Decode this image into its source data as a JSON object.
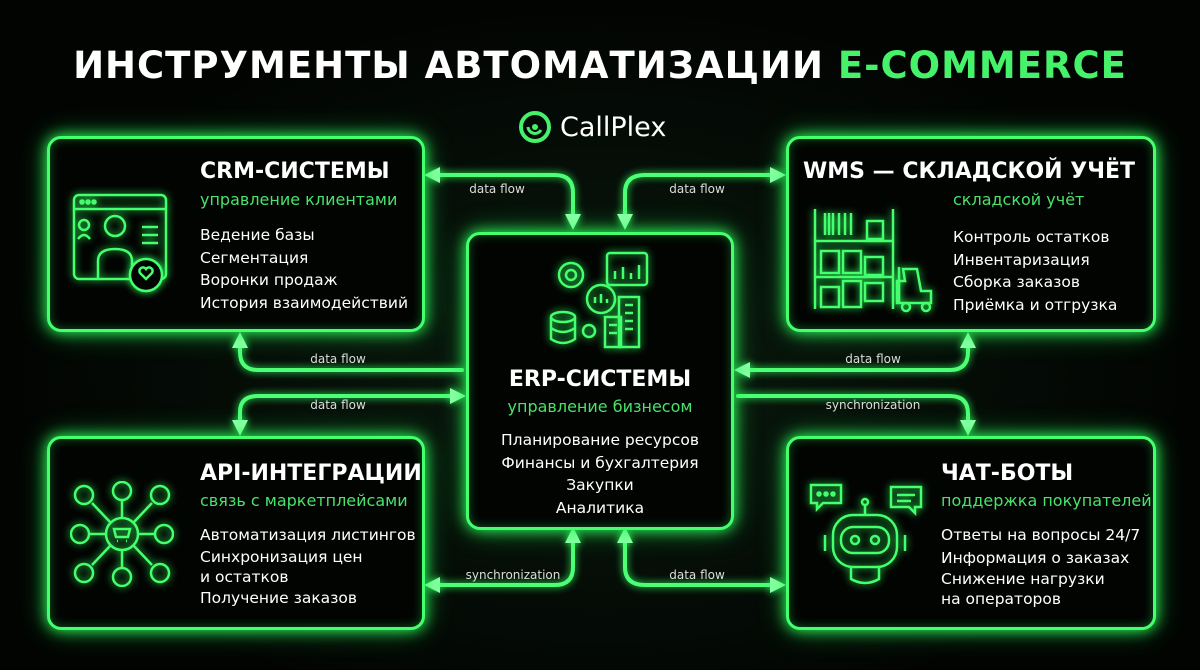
{
  "title": {
    "main": "ИНСТРУМЕНТЫ АВТОМАТИЗАЦИИ",
    "accent": "E-COMMERCE"
  },
  "logo": {
    "text": "CallPlex"
  },
  "colors": {
    "accent": "#44ff6e",
    "background": "#030604",
    "subtitle": "#49e36a"
  },
  "crm": {
    "title": "CRM-СИСТЕМЫ",
    "subtitle": "управление клиентами",
    "icon": "crm-user-window-icon",
    "items": [
      "Ведение базы",
      "Сегментация",
      "Воронки продаж",
      "История взаимодействий"
    ]
  },
  "wms": {
    "title": "WMS — СКЛАДСКОЙ УЧЁТ",
    "subtitle": "складской учёт",
    "icon": "warehouse-forklift-icon",
    "items": [
      "Контроль остатков",
      "Инвентаризация",
      "Сборка заказов",
      "Приёмка и отгрузка"
    ]
  },
  "erp": {
    "title": "ERP-СИСТЕМЫ",
    "subtitle": "управление бизнесом",
    "icon": "gears-database-buildings-icon",
    "items": [
      "Планирование ресурсов",
      "Финансы и бухгалтерия",
      "Закупки",
      "Аналитика"
    ]
  },
  "api": {
    "title": "API-ИНТЕГРАЦИИ",
    "subtitle": "связь с маркетплейсами",
    "icon": "marketplace-network-icon",
    "items": [
      "Автоматизация листингов",
      "Синхронизация цен",
      "и остатков",
      "Получение заказов"
    ]
  },
  "chat": {
    "title": "ЧАТ-БОТЫ",
    "subtitle": "поддержка покупателей",
    "icon": "robot-chat-icon",
    "items": [
      "Ответы на вопросы 24/7",
      "Информация о заказах",
      "Снижение нагрузки",
      "на операторов"
    ]
  },
  "links": {
    "crm_erp_top": "data flow",
    "wms_erp_top": "data flow",
    "erp_crm": "data flow",
    "api_erp": "data flow",
    "erp_wms": "data flow",
    "erp_chat": "synchronization",
    "api_erp_bottom": "synchronization",
    "chat_erp_bottom": "data flow"
  }
}
